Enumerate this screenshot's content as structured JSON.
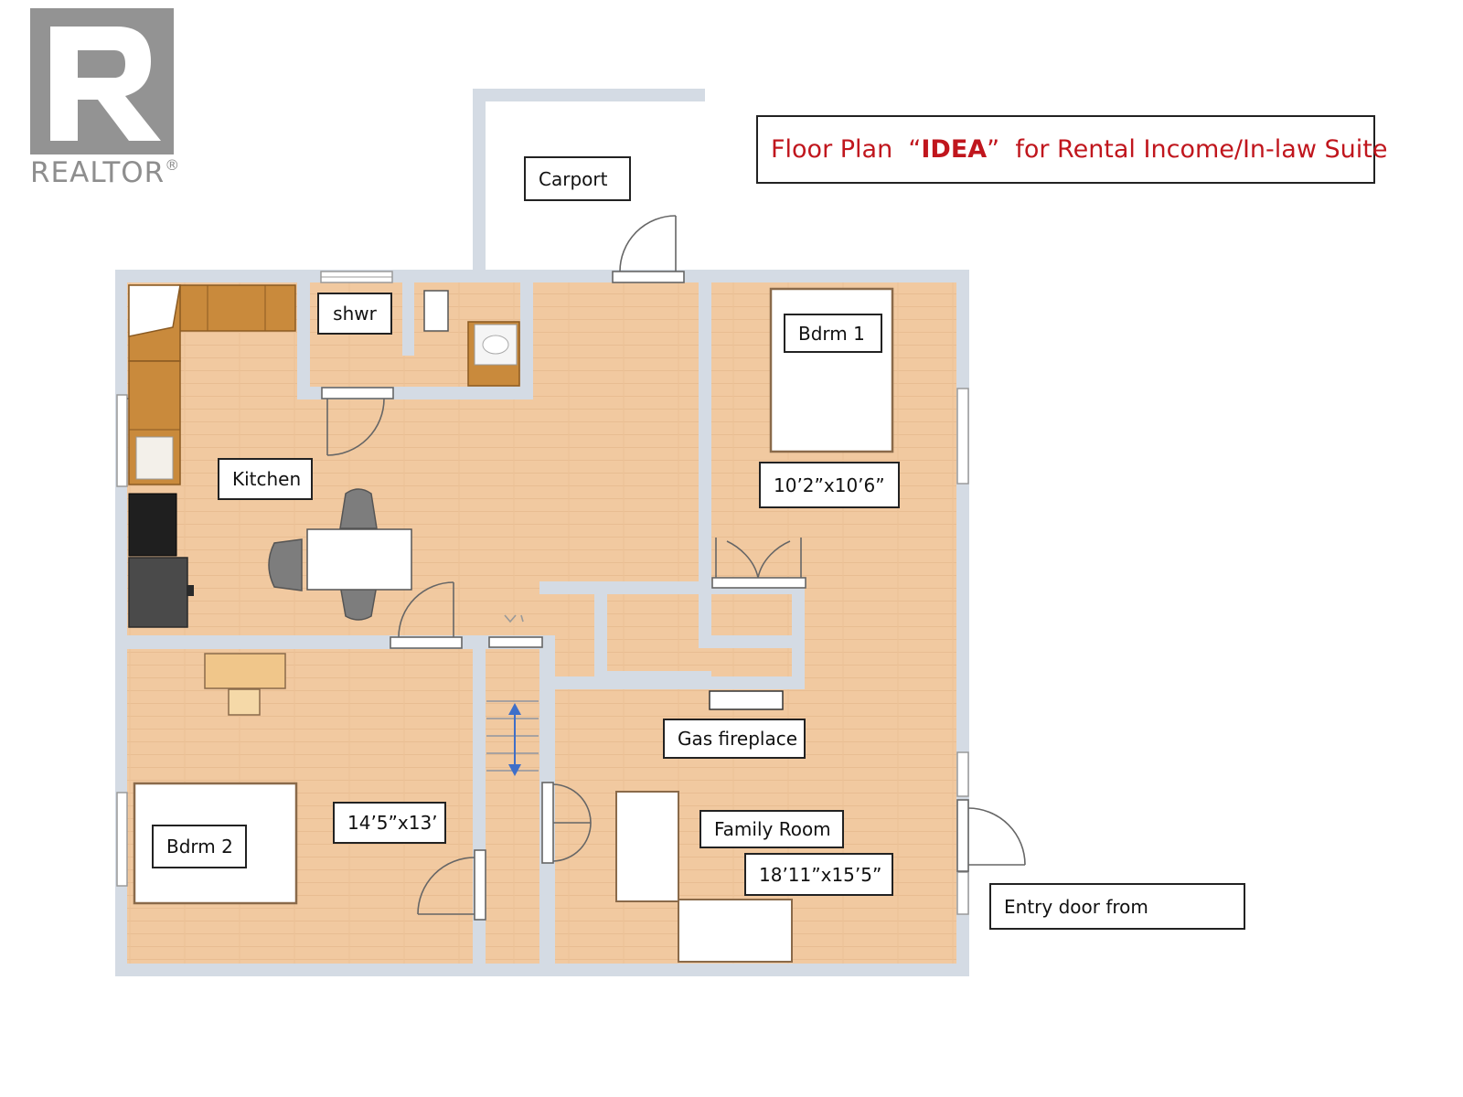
{
  "logo": {
    "text": "REALTOR",
    "mark": "®",
    "letter": "R",
    "color": "#939393"
  },
  "title": {
    "prefix": "Floor Plan  “",
    "emphasis": "IDEA",
    "suffix": "”  for Rental Income/In-law Suite",
    "color": "#c0161d"
  },
  "labels": {
    "carport": "Carport",
    "shower": "shwr",
    "kitchen": "Kitchen",
    "bedroom1": "Bdrm 1",
    "bedroom1_size": "10’2”x10’6”",
    "bedroom2": "Bdrm 2",
    "bedroom2_size": "14’5”x13’",
    "gas_fireplace": "Gas fireplace",
    "family_room": "Family Room",
    "family_room_size": "18’11”x15’5”",
    "entry_door": "Entry door from"
  },
  "colors": {
    "floor": "#f1c9a0",
    "wall": "#d4dbe4",
    "cabinet": "#c98a3c",
    "appliance": "#4a4a4a",
    "arrow": "#3e6fc9"
  }
}
